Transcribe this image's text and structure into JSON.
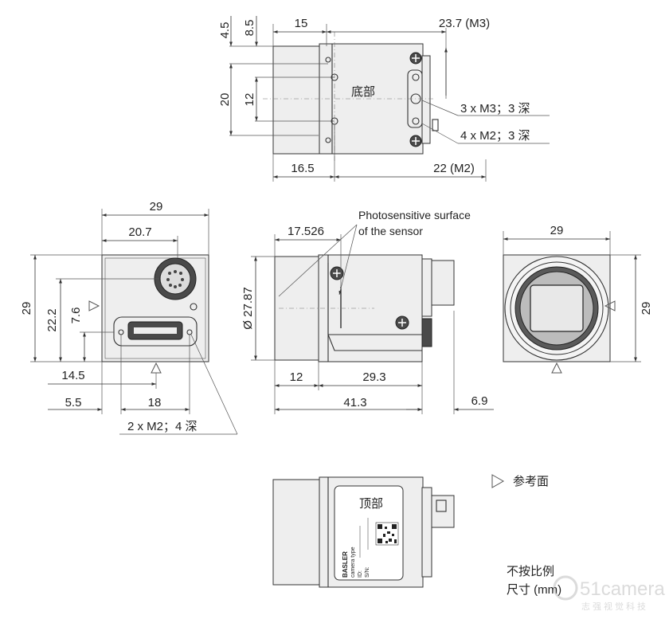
{
  "top_view": {
    "dims": {
      "d4_5": "4.5",
      "d8_5": "8.5",
      "d15": "15",
      "d23_7": "23.7 (M3)",
      "d20": "20",
      "d12": "12",
      "d16_5": "16.5",
      "d22": "22 (M2)"
    },
    "label_bottom": "底部",
    "note_m3": "3 x M3；3 深",
    "note_m2": "4 x M2；3 深"
  },
  "front_view": {
    "dims": {
      "d29": "29",
      "d20_7": "20.7",
      "d29v": "29",
      "d22_2": "22.2",
      "d7_6": "7.6",
      "d14_5": "14.5",
      "d5_5": "5.5",
      "d18": "18"
    },
    "note_m2": "2 x M2；4 深"
  },
  "side_view": {
    "sensor_note_line1": "Photosensitive surface",
    "sensor_note_line2": "of the sensor",
    "dims": {
      "d17_526": "17.526",
      "d27_87": "Ø 27.87",
      "d12": "12",
      "d29_3": "29.3",
      "d41_3": "41.3",
      "d6_9": "6.9"
    }
  },
  "rear_view": {
    "dims": {
      "d29": "29",
      "d29v": "29"
    }
  },
  "top_label_view": {
    "label_top": "顶部",
    "sticker_lines": [
      "BASLER",
      "camera type",
      "ID:",
      "S/N:"
    ]
  },
  "legend": {
    "reference_plane": "参考面",
    "not_to_scale": "不按比例",
    "units": "尺寸 (mm)"
  },
  "watermark": {
    "brand": "51camera",
    "tagline": "志强视觉科技"
  }
}
